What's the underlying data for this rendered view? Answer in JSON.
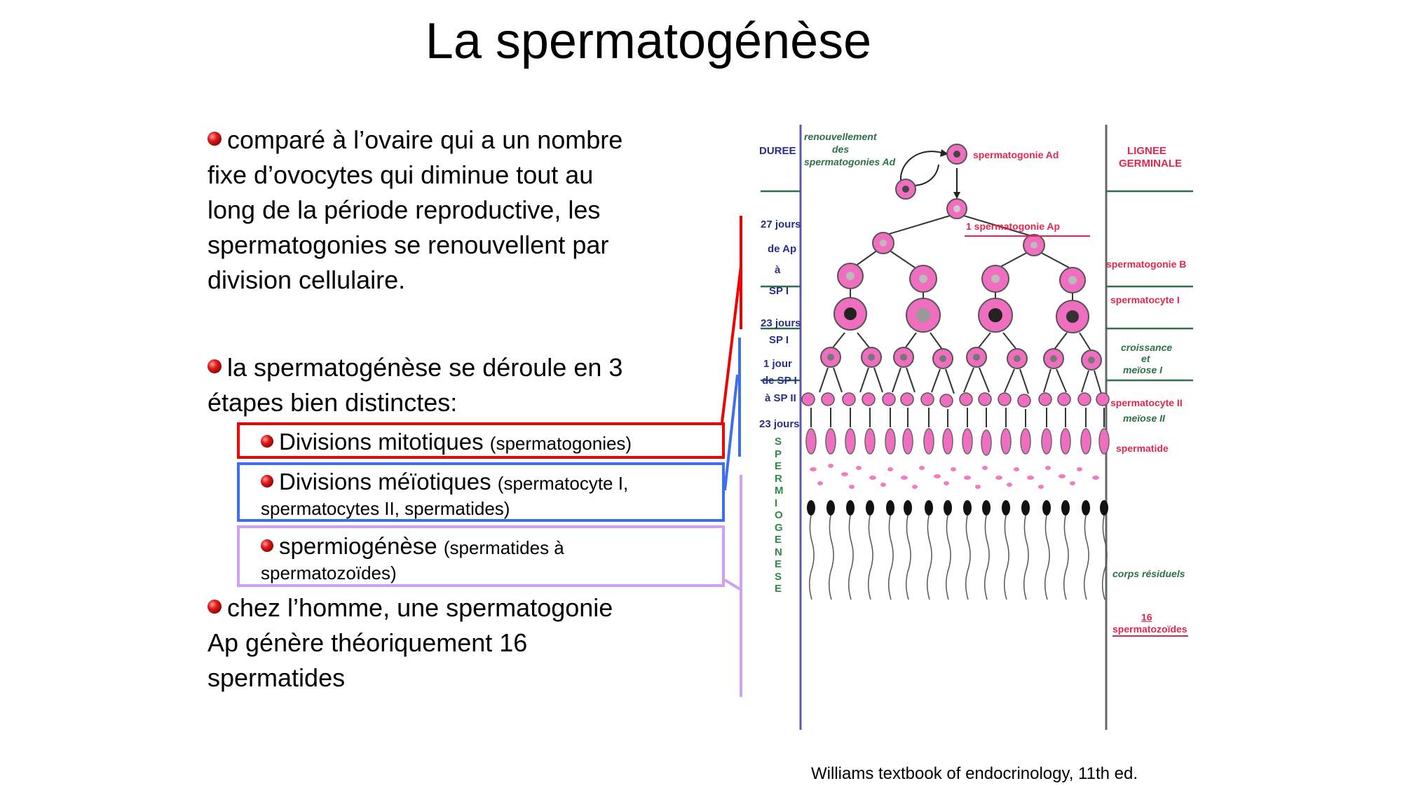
{
  "slide": {
    "title": "La spermatogénèse",
    "bullets": [
      {
        "lines": [
          "comparé à l’ovaire qui a un nombre",
          "fixe d’ovocytes qui diminue tout au",
          "long de la période reproductive, les",
          "spermatogonies se renouvellent par",
          "division cellulaire."
        ]
      },
      {
        "lines": [
          "la spermatogénèse se déroule en 3",
          "étapes bien distinctes:"
        ]
      },
      {
        "lines": [
          "chez l’homme, une spermatogonie",
          "Ap génère théoriquement 16",
          "spermatides"
        ]
      }
    ],
    "stages": [
      {
        "main": "Divisions mitotiques",
        "detail": "(spermatogonies)",
        "detail2": "",
        "color": "#ef0000"
      },
      {
        "main": "Divisions méïotiques",
        "detail": "(spermatocyte I,",
        "detail2": "spermatocytes II, spermatides)",
        "color": "#3d6ef0"
      },
      {
        "main": "spermiogénèse",
        "detail": "(spermatides à",
        "detail2": "spermatozoïdes)",
        "color": "#cfa1f2"
      }
    ],
    "citation": "Williams textbook of endocrinology, 11th ed."
  },
  "diagram": {
    "left_header": "DUREE",
    "right_header_line1": "LIGNEE",
    "right_header_line2": "GERMINALE",
    "renewal_line1": "renouvellement",
    "renewal_line2": "des",
    "renewal_line3": "spermatogonies Ad",
    "durations": {
      "d1_line1": "27 jours",
      "d1_line2": "de Ap",
      "d1_line3": "à",
      "d1_line4": "SP I",
      "d2_line1": "23 jours",
      "d2_line2": "SP I",
      "d3_line1": "1 jour",
      "d3_line2": "de SP I",
      "d3_line3": "à SP II",
      "d4_line1": "23 jours",
      "vertical": "SPERMIOGENESE"
    },
    "lineage": {
      "ad": "spermatogonie Ad",
      "ap": "1 spermatogonie Ap",
      "b": "spermatogonie B",
      "sp1": "spermatocyte I",
      "growth1": "croissance",
      "growth2": "et",
      "growth3": "meïose I",
      "sp2": "spermatocyte II",
      "meiosis2": "meïose II",
      "spermatid": "spermatide",
      "residual": "corps résiduels",
      "count": "16",
      "spermatozoa": "spermatozoïdes"
    },
    "colors": {
      "cell": "#f06ec0",
      "navy": "#2a2d86",
      "green": "#2d7048",
      "red": "#e0284e"
    }
  }
}
